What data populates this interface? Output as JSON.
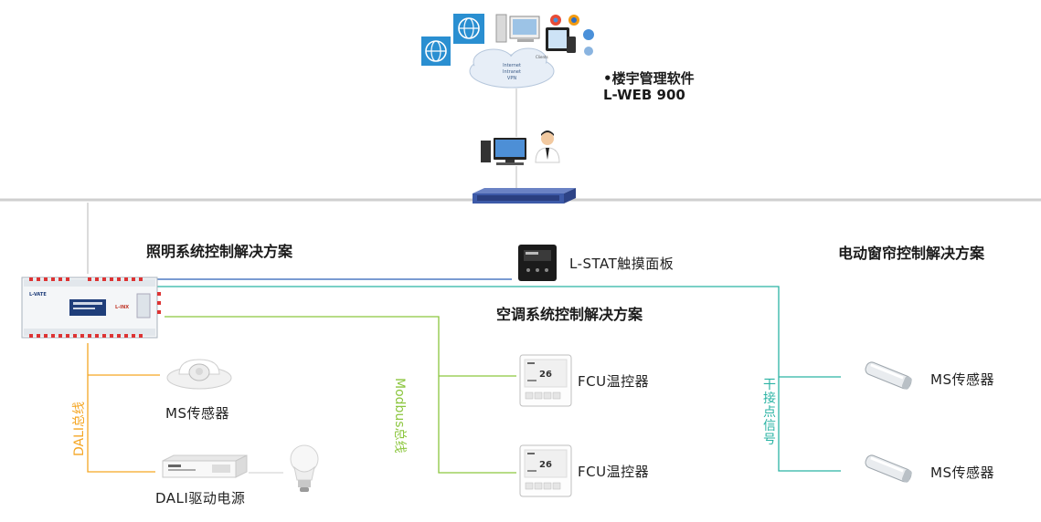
{
  "top_software": {
    "name": "•楼宇管理软件",
    "product": "L-WEB 900",
    "cloud_lines": [
      "Internet",
      "Intranet",
      "VPN"
    ]
  },
  "lighting": {
    "title": "照明系统控制解决方案",
    "controller_brand": "L-VATE",
    "controller_model": "L-INX",
    "bus_label": "DALI总线",
    "ms_sensor": "MS传感器",
    "driver": "DALI驱动电源"
  },
  "lstat": {
    "label": "L-STAT触摸面板"
  },
  "hvac": {
    "title": "空调系统控制解决方案",
    "bus_label": "Modbus总线",
    "fcu1": "FCU温控器",
    "fcu2": "FCU温控器"
  },
  "curtain": {
    "title": "电动窗帘控制解决方案",
    "signal_label": "干接点信号",
    "ms1": "MS传感器",
    "ms2": "MS传感器"
  },
  "colors": {
    "blue_line": "#2a5fb8",
    "teal_line": "#2bb3a4",
    "green_line": "#8cc63f",
    "orange_line": "#f5a623",
    "backbone": "#cfcfcf"
  }
}
